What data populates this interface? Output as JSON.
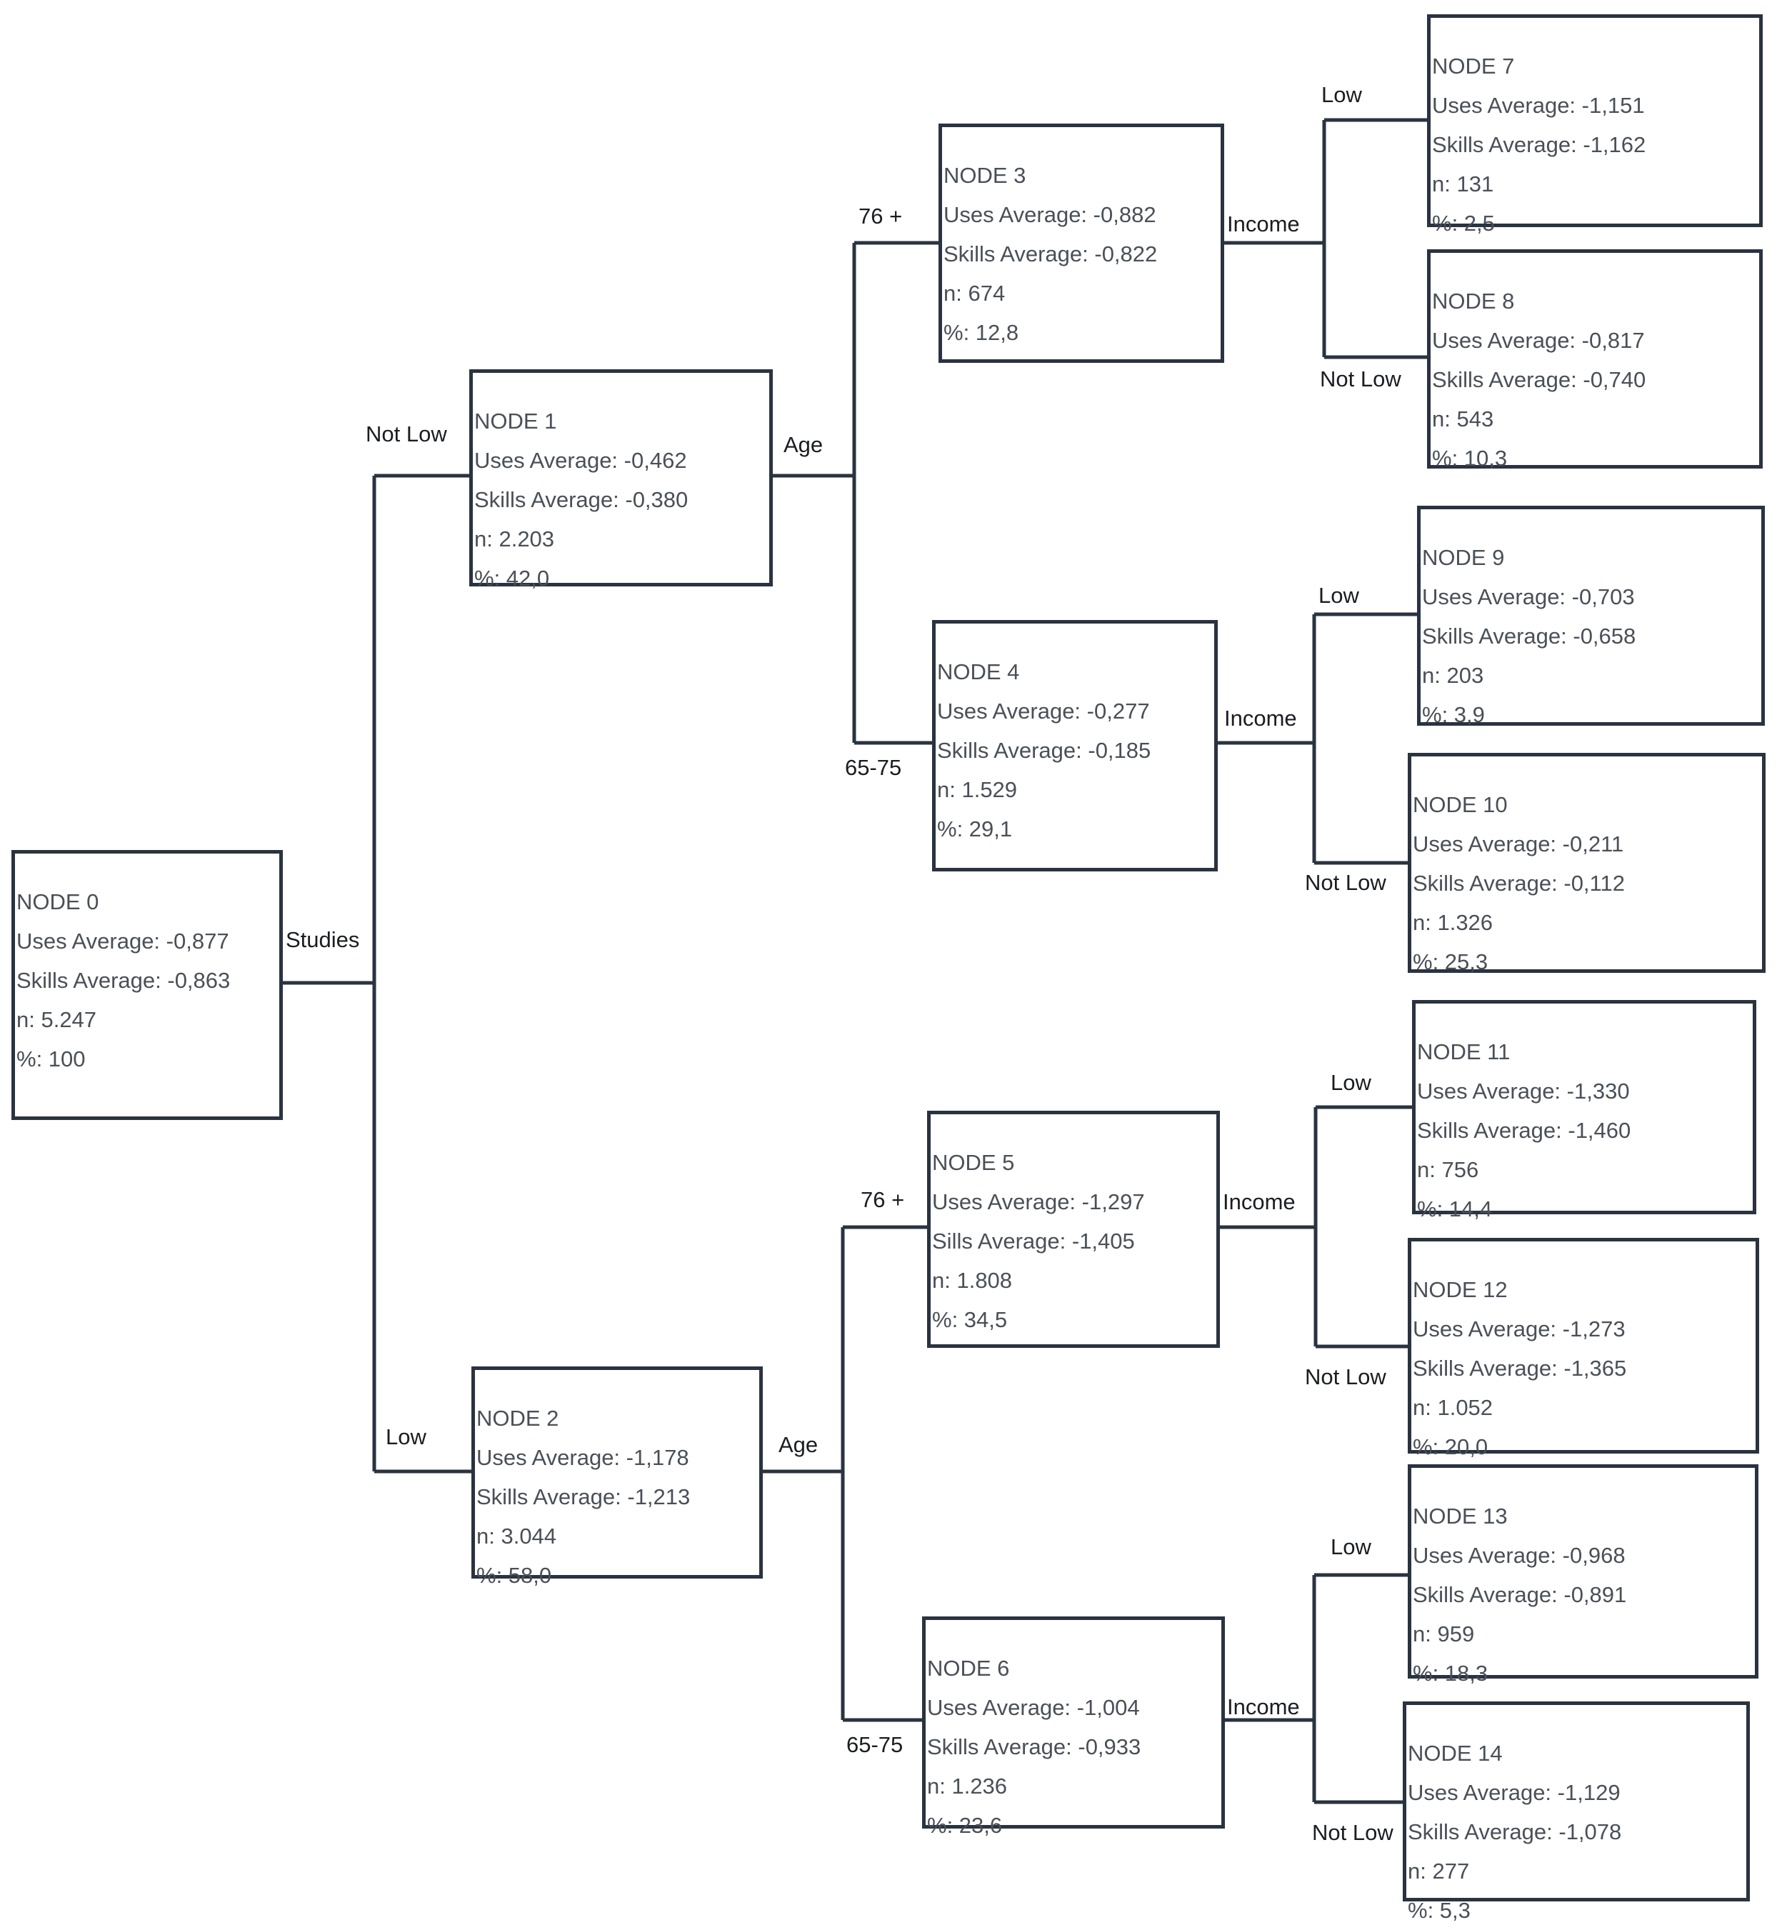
{
  "nodes": {
    "n0": {
      "title": "NODE 0",
      "uses": "Uses Average: -0,877",
      "skills": "Skills Average: -0,863",
      "n": "n: 5.247",
      "pct": "%: 100"
    },
    "n1": {
      "title": "NODE 1",
      "uses": "Uses Average: -0,462",
      "skills": "Skills Average: -0,380",
      "n": "n: 2.203",
      "pct": "%: 42,0"
    },
    "n2": {
      "title": "NODE 2",
      "uses": "Uses Average: -1,178",
      "skills": "Skills Average: -1,213",
      "n": "n: 3.044",
      "pct": "%: 58,0"
    },
    "n3": {
      "title": "NODE 3",
      "uses": "Uses Average: -0,882",
      "skills": "Skills Average: -0,822",
      "n": "n: 674",
      "pct": "%: 12,8"
    },
    "n4": {
      "title": "NODE 4",
      "uses": "Uses Average: -0,277",
      "skills": "Skills Average: -0,185",
      "n": "n: 1.529",
      "pct": "%: 29,1"
    },
    "n5": {
      "title": "NODE 5",
      "uses": "Uses Average: -1,297",
      "skills": "Sills Average: -1,405",
      "n": "n: 1.808",
      "pct": "%: 34,5"
    },
    "n6": {
      "title": "NODE 6",
      "uses": "Uses Average: -1,004",
      "skills": "Skills Average: -0,933",
      "n": "n: 1.236",
      "pct": "%: 23,6"
    },
    "n7": {
      "title": "NODE 7",
      "uses": "Uses Average: -1,151",
      "skills": "Skills Average: -1,162",
      "n": "n: 131",
      "pct": "%: 2,5"
    },
    "n8": {
      "title": "NODE 8",
      "uses": "Uses Average: -0,817",
      "skills": "Skills Average: -0,740",
      "n": "n: 543",
      "pct": "%: 10,3"
    },
    "n9": {
      "title": "NODE 9",
      "uses": "Uses Average: -0,703",
      "skills": "Skills Average: -0,658",
      "n": "n: 203",
      "pct": "%: 3,9"
    },
    "n10": {
      "title": "NODE 10",
      "uses": "Uses Average: -0,211",
      "skills": "Skills Average: -0,112",
      "n": "n: 1.326",
      "pct": "%: 25,3"
    },
    "n11": {
      "title": "NODE  11",
      "uses": "Uses Average: -1,330",
      "skills": "Skills Average: -1,460",
      "n": "n: 756",
      "pct": "%: 14,4"
    },
    "n12": {
      "title": "NODE 12",
      "uses": "Uses Average: -1,273",
      "skills": "Skills Average: -1,365",
      "n": "n: 1.052",
      "pct": "%: 20,0"
    },
    "n13": {
      "title": "NODE 13",
      "uses": "Uses Average: -0,968",
      "skills": "Skills Average: -0,891",
      "n": "n: 959",
      "pct": "%: 18,3"
    },
    "n14": {
      "title": "NODE 14",
      "uses": "Uses Average: -1,129",
      "skills": "Skills Average: -1,078",
      "n": "n: 277",
      "pct": "%: 5,3"
    }
  },
  "splits": {
    "studies": "Studies",
    "age_1": "Age",
    "age_2": "Age",
    "income_3": "Income",
    "income_4": "Income",
    "income_5": "Income",
    "income_6": "Income"
  },
  "branches": {
    "n1": "Not Low",
    "n2": "Low",
    "n3": "76 +",
    "n4": "65-75",
    "n5": "76 +",
    "n6": "65-75",
    "n7": "Low",
    "n8": "Not Low",
    "n9": "Low",
    "n10": "Not Low",
    "n11": "Low",
    "n12": "Not Low",
    "n13": "Low",
    "n14": "Not Low"
  }
}
